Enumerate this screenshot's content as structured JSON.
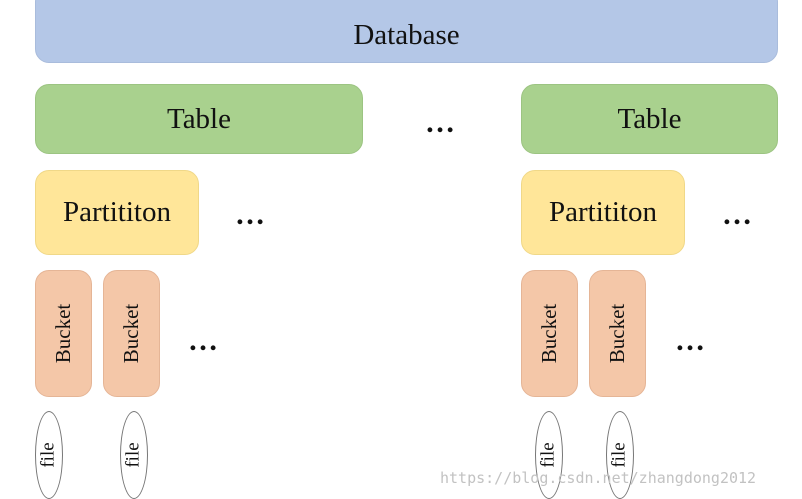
{
  "database": {
    "label": "Database"
  },
  "tables": [
    {
      "label": "Table"
    },
    {
      "label": "Table"
    }
  ],
  "partitions": [
    {
      "label": "Partititon"
    },
    {
      "label": "Partititon"
    }
  ],
  "buckets": [
    {
      "label": "Bucket"
    },
    {
      "label": "Bucket"
    },
    {
      "label": "Bucket"
    },
    {
      "label": "Bucket"
    }
  ],
  "files": [
    {
      "label": "file"
    },
    {
      "label": "file"
    },
    {
      "label": "file"
    },
    {
      "label": "file"
    }
  ],
  "ellipsis": "…",
  "watermark": "https://blog.csdn.net/zhangdong2012",
  "colors": {
    "database": "#b4c7e7",
    "table": "#a9d18e",
    "partition": "#ffe699",
    "bucket": "#f4c7a8",
    "file": "#ffffff"
  }
}
